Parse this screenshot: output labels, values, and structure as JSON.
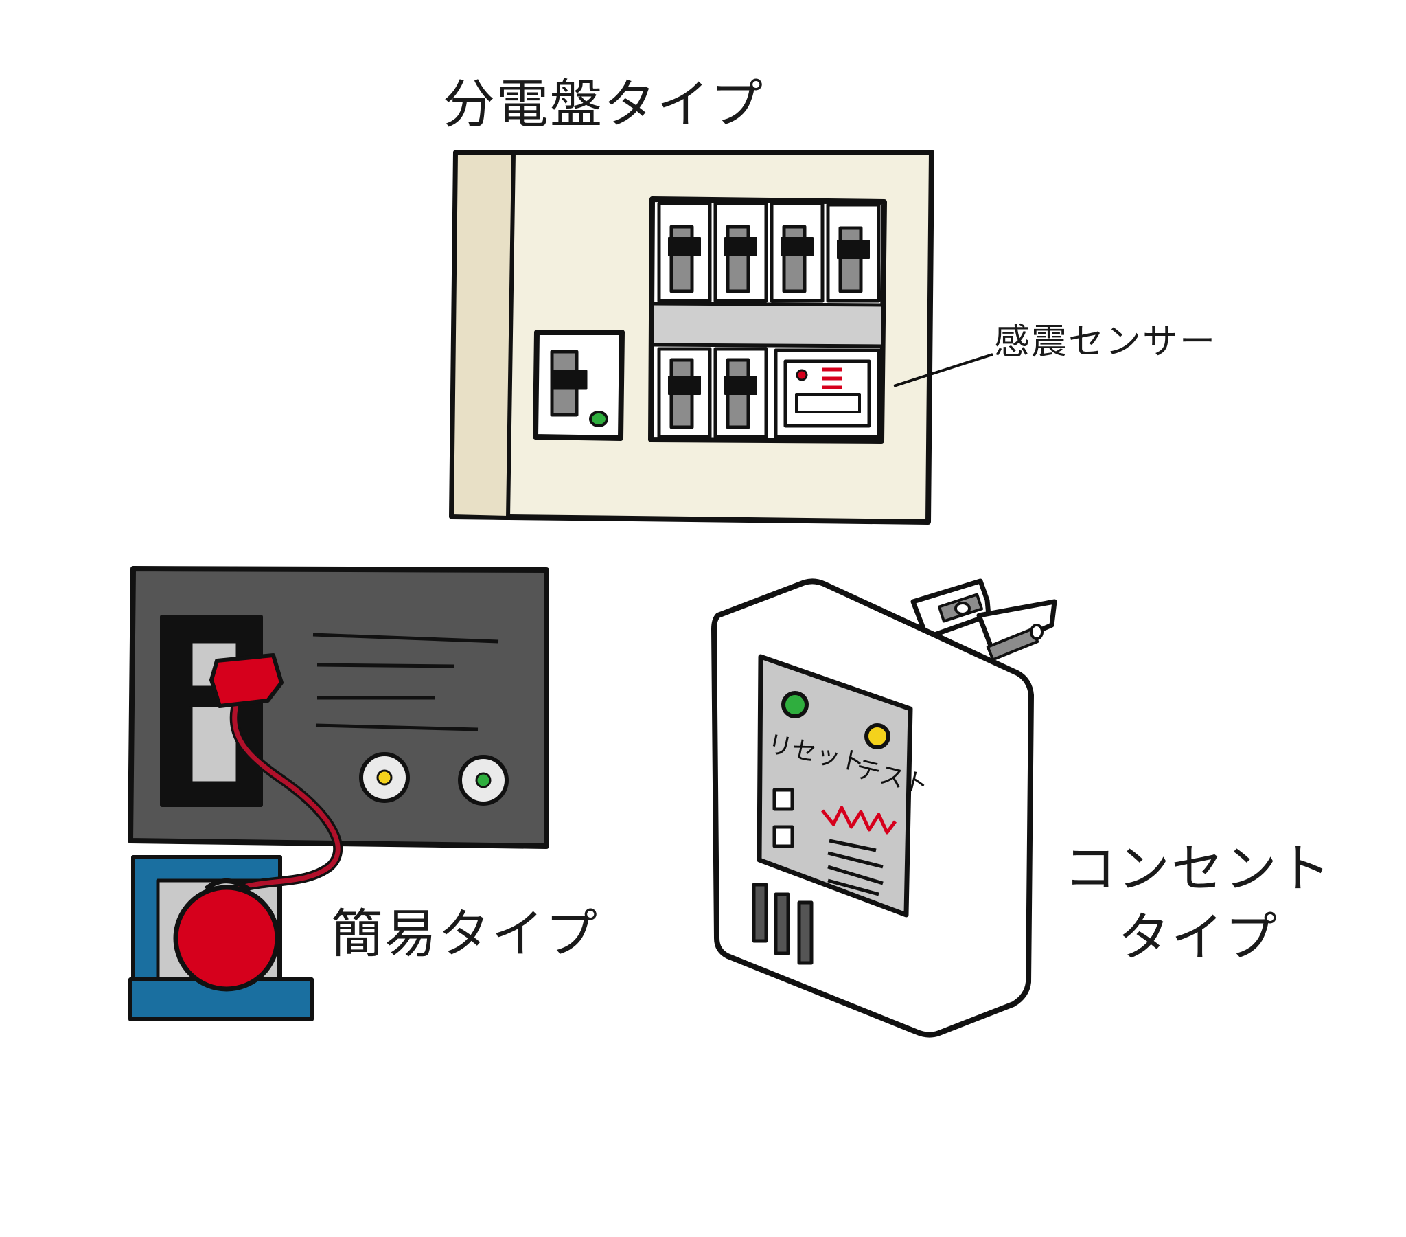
{
  "labels": {
    "panel_title": "分電盤タイプ",
    "sensor_label": "感震センサー",
    "simple_title": "簡易タイプ",
    "outlet_title_line1": "コンセント",
    "outlet_title_line2": "タイプ"
  },
  "outlet_device": {
    "reset_label": "リセット",
    "test_label": "テスト"
  },
  "colors": {
    "outline": "#111111",
    "panel_face": "#f3f0df",
    "panel_side": "#e8e0c6",
    "breaker_grey": "#8c8c8c",
    "simple_body": "#555555",
    "weight_red": "#d6001c",
    "base_blue": "#1a6fa0",
    "led_green": "#2fae3e",
    "led_yellow": "#f4d21c",
    "outlet_panel": "#c8c8c8"
  }
}
